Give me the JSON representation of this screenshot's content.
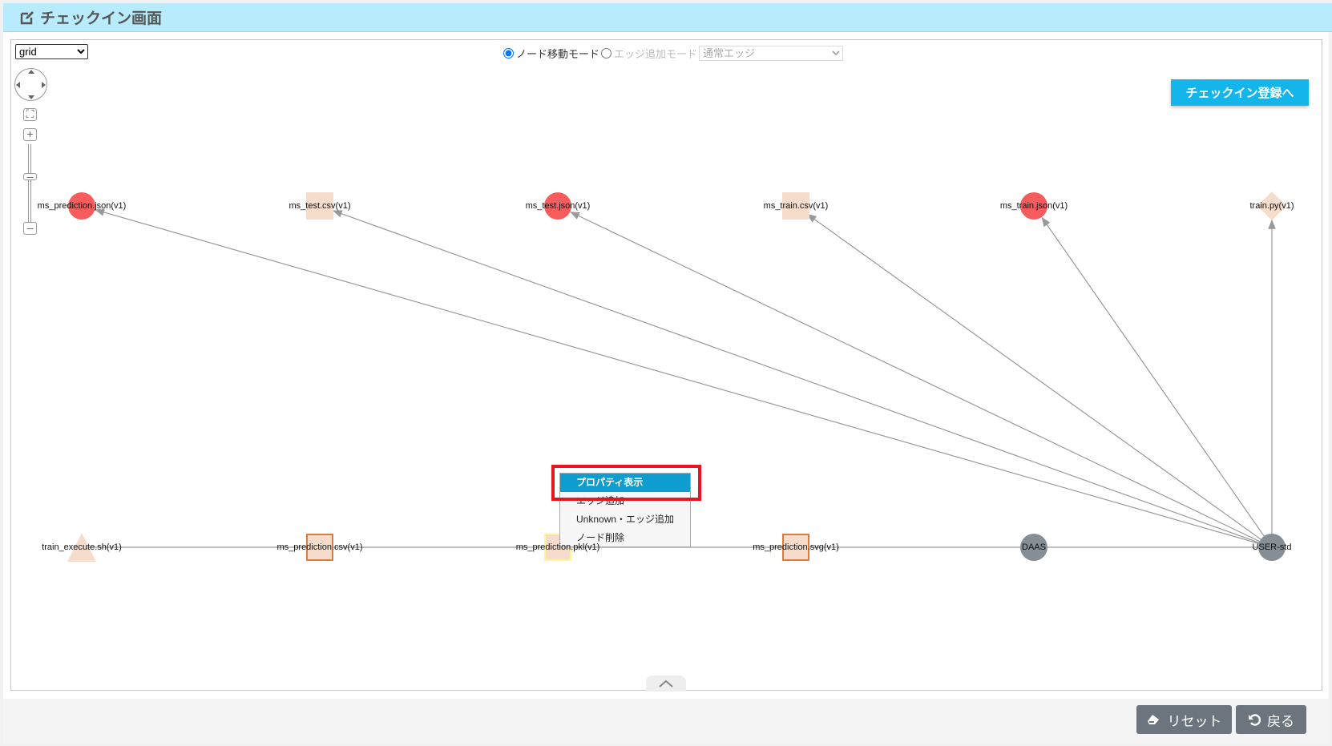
{
  "header": {
    "title": "チェックイン画面",
    "icon": "edit-icon"
  },
  "toolbar": {
    "layout_value": "grid",
    "mode_move_label": "ノード移動モード",
    "mode_edge_label": "エッジ追加モード",
    "edge_type_value": "通常エッジ"
  },
  "checkin_button": "チェックイン登録へ",
  "nodes_top": [
    {
      "label": "ms_prediction.json(v1)",
      "shape": "circle",
      "color": "#f85c5c"
    },
    {
      "label": "ms_test.csv(v1)",
      "shape": "square",
      "color": "#f6dccb"
    },
    {
      "label": "ms_test.json(v1)",
      "shape": "circle",
      "color": "#f85c5c"
    },
    {
      "label": "ms_train.csv(v1)",
      "shape": "square",
      "color": "#f6dccb"
    },
    {
      "label": "ms_train.json(v1)",
      "shape": "circle",
      "color": "#f85c5c"
    },
    {
      "label": "train.py(v1)",
      "shape": "diamond",
      "color": "#f6dccb"
    }
  ],
  "nodes_bottom": [
    {
      "label": "train_execute.sh(v1)",
      "shape": "triangle",
      "color": "#f6dccb"
    },
    {
      "label": "ms_prediction.csv(v1)",
      "shape": "square-outlined",
      "color": "#f6dccb"
    },
    {
      "label": "ms_prediction.pkl(v1)",
      "shape": "square-highlight",
      "color": "#f6dccb"
    },
    {
      "label": "ms_prediction.svg(v1)",
      "shape": "square-outlined",
      "color": "#f6dccb"
    },
    {
      "label": "DAAS",
      "shape": "circle",
      "color": "#868e96"
    },
    {
      "label": "USER-std",
      "shape": "circle",
      "color": "#868e96"
    }
  ],
  "context_menu": [
    "プロパティ表示",
    "エッジ追加",
    "Unknown・エッジ追加",
    "ノード削除"
  ],
  "footer": {
    "reset_label": "リセット",
    "back_label": "戻る"
  }
}
